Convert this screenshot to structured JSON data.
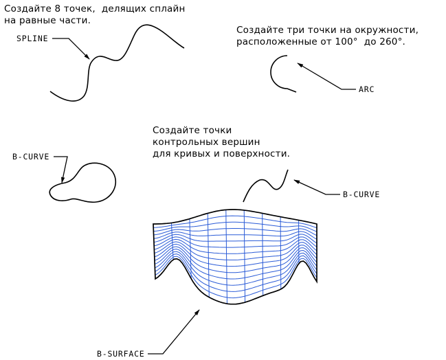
{
  "notes": {
    "spline_task_line1": "Создайте 8 точек,  делящих сплайн",
    "spline_task_line2": "на равные части.",
    "arc_task_line1": "Создайте три точки на окружности,",
    "arc_task_line2": "расположенные от 100°  до 260°.",
    "bcurve_task_line1": "Создайте точки",
    "bcurve_task_line2": "контрольных вершин",
    "bcurve_task_line3": "для кривых и поверхности."
  },
  "labels": {
    "spline": "SPLINE",
    "arc": "ARC",
    "bcurve_closed": "B-CURVE",
    "bcurve_open": "B-CURVE",
    "bsurface": "B-SURFACE"
  },
  "colors": {
    "ink": "#000000",
    "surface_grid": "#2a5bd7"
  }
}
